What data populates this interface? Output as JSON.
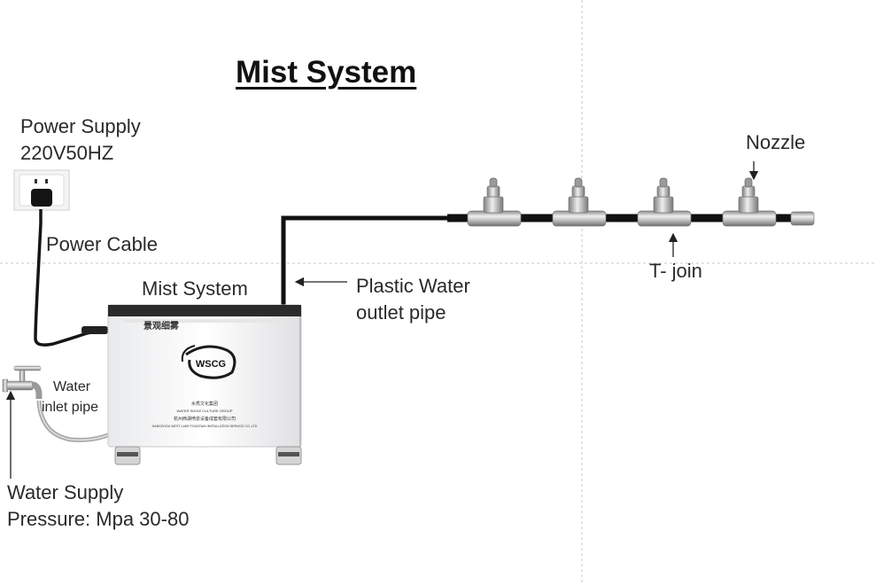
{
  "title": "Mist System",
  "labels": {
    "power_supply_line1": "Power Supply",
    "power_supply_line2": "220V50HZ",
    "power_cable": "Power Cable",
    "mist_system": "Mist System",
    "outlet_pipe_line1": "Plastic Water",
    "outlet_pipe_line2": "outlet pipe",
    "nozzle": "Nozzle",
    "t_join": "T- join",
    "inlet_pipe_line1": "Water",
    "inlet_pipe_line2": "inlet pipe",
    "water_supply_line1": "Water Supply",
    "water_supply_line2": "Pressure: Mpa 30-80"
  },
  "machine": {
    "chinese_label": "景观细雾",
    "logo": "WSCG",
    "company_line1": "水秀文化集团",
    "company_line2": "WATER SHOW CULTURE GROUP",
    "company_line3": "杭州西湖喷泉设备成套有限公司",
    "company_line4": "HANGZHOU WEST LAKE FOUNTAIN INSTALLATION SERVICE CO.,LTD"
  },
  "colors": {
    "pipe": "#111111",
    "metal": "#b8b8b8",
    "guide_line": "#c8c8c8"
  }
}
